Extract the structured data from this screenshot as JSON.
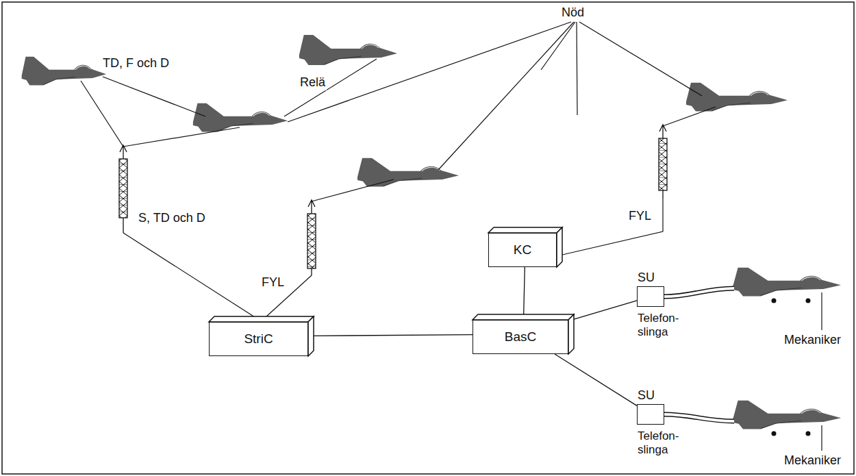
{
  "diagram": {
    "nodes": [
      {
        "text": [
          "KC"
        ]
      },
      {
        "text": [
          "StriC"
        ]
      },
      {
        "text": [
          "BasC"
        ]
      },
      {
        "text": [
          "SU",
          "Telefon- slinga"
        ]
      },
      {
        "text": [
          "SU",
          "Telefon- slinga"
        ]
      }
    ],
    "edges": [
      {
        "from": 1,
        "to": 2,
        "arrow": "none"
      },
      {
        "from": 0,
        "to": 2,
        "arrow": "none"
      },
      {
        "from": 2,
        "to": 3,
        "arrow": "none"
      },
      {
        "from": 2,
        "to": 4,
        "arrow": "none"
      }
    ],
    "labels": [
      "Nöd",
      "TD, F och D",
      "Relä",
      "FYL",
      "S, TD och D",
      "FYL",
      "Mekaniker",
      "Mekaniker"
    ]
  }
}
